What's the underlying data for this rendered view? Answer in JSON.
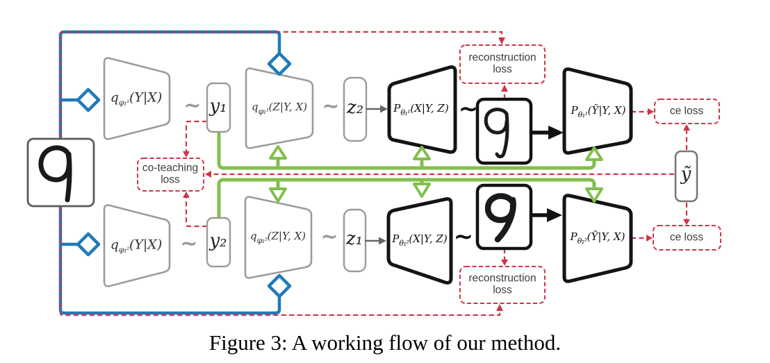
{
  "caption": "Figure 3: A working flow of our method.",
  "colors": {
    "blue": "#1f7ab8",
    "green": "#82bf4d",
    "red": "#cd3545",
    "gray": "#9b9b9b",
    "dark": "#141414"
  },
  "symbols": {
    "sample": "∼"
  },
  "images": {
    "input_digit": "9",
    "reconstruction_digit_top": "9",
    "reconstruction_digit_bottom": "9"
  },
  "variables": {
    "y1": "y₁",
    "y2": "y₂",
    "z1": "z₁",
    "z2": "z₂",
    "y_tilde": "ỹ"
  },
  "modules": {
    "top": {
      "encoder_y": {
        "main": "q",
        "sub": "φ₁¹",
        "args": "(Y|X)"
      },
      "encoder_z": {
        "main": "q",
        "sub": "φ₁¹",
        "args": "(Z|Y, X)"
      },
      "decoder": {
        "main": "P",
        "sub": "θ₁¹",
        "args": "(X|Y, Z)"
      },
      "classifier": {
        "main": "P",
        "sub": "θ₁¹",
        "args": "(Ỹ|Y, X)"
      }
    },
    "bottom": {
      "encoder_y": {
        "main": "q",
        "sub": "φ₁²",
        "args": "(Y|X)"
      },
      "encoder_z": {
        "main": "q",
        "sub": "φ₁²",
        "args": "(Z|Y, X)"
      },
      "decoder": {
        "main": "P",
        "sub": "θ₁²",
        "args": "(X|Y, Z)"
      },
      "classifier": {
        "main": "P",
        "sub": "θ₁²",
        "args": "(Ỹ|Y, X)"
      }
    }
  },
  "losses": {
    "reconstruction_top": {
      "line1": "reconstruction",
      "line2": "loss"
    },
    "reconstruction_bottom": {
      "line1": "reconstruction",
      "line2": "loss"
    },
    "co_teaching": {
      "line1": "co-teaching",
      "line2": "loss"
    },
    "ce_top": "ce loss",
    "ce_bottom": "ce loss"
  }
}
